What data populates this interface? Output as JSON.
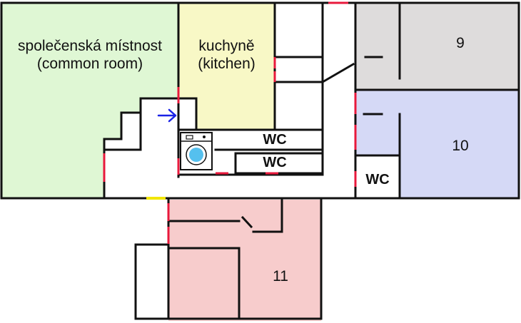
{
  "rooms": {
    "common_room": {
      "name": "společenská místnost",
      "name_en": "(common room)",
      "fill": "#dff7d4"
    },
    "kitchen": {
      "name": "kuchyně",
      "name_en": "(kitchen)",
      "fill": "#f8f8c6"
    },
    "room_9": {
      "label": "9",
      "fill": "#dedcdc"
    },
    "room_10": {
      "label": "10",
      "fill": "#d5d9f6"
    },
    "room_11": {
      "label": "11",
      "fill": "#f7cccc"
    },
    "wc_1": {
      "label": "WC"
    },
    "wc_2": {
      "label": "WC"
    },
    "wc_3": {
      "label": "WC"
    }
  },
  "colors": {
    "wall": "#111111",
    "door": "#e8193c",
    "entrance": "#f2e600",
    "arrow": "#1a22e6",
    "washer": "#55c0ee"
  },
  "icons": {
    "washing_machine": "washing-machine-icon",
    "direction_arrow": "arrow-right-icon"
  }
}
